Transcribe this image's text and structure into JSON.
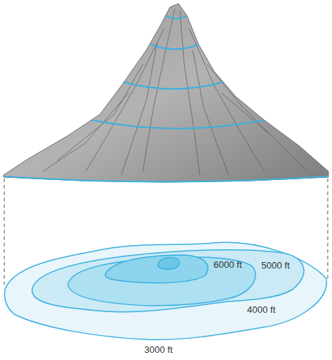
{
  "diagram": {
    "labels": [
      "6000 ft",
      "5000 ft",
      "4000 ft",
      "3000 ft"
    ]
  }
}
